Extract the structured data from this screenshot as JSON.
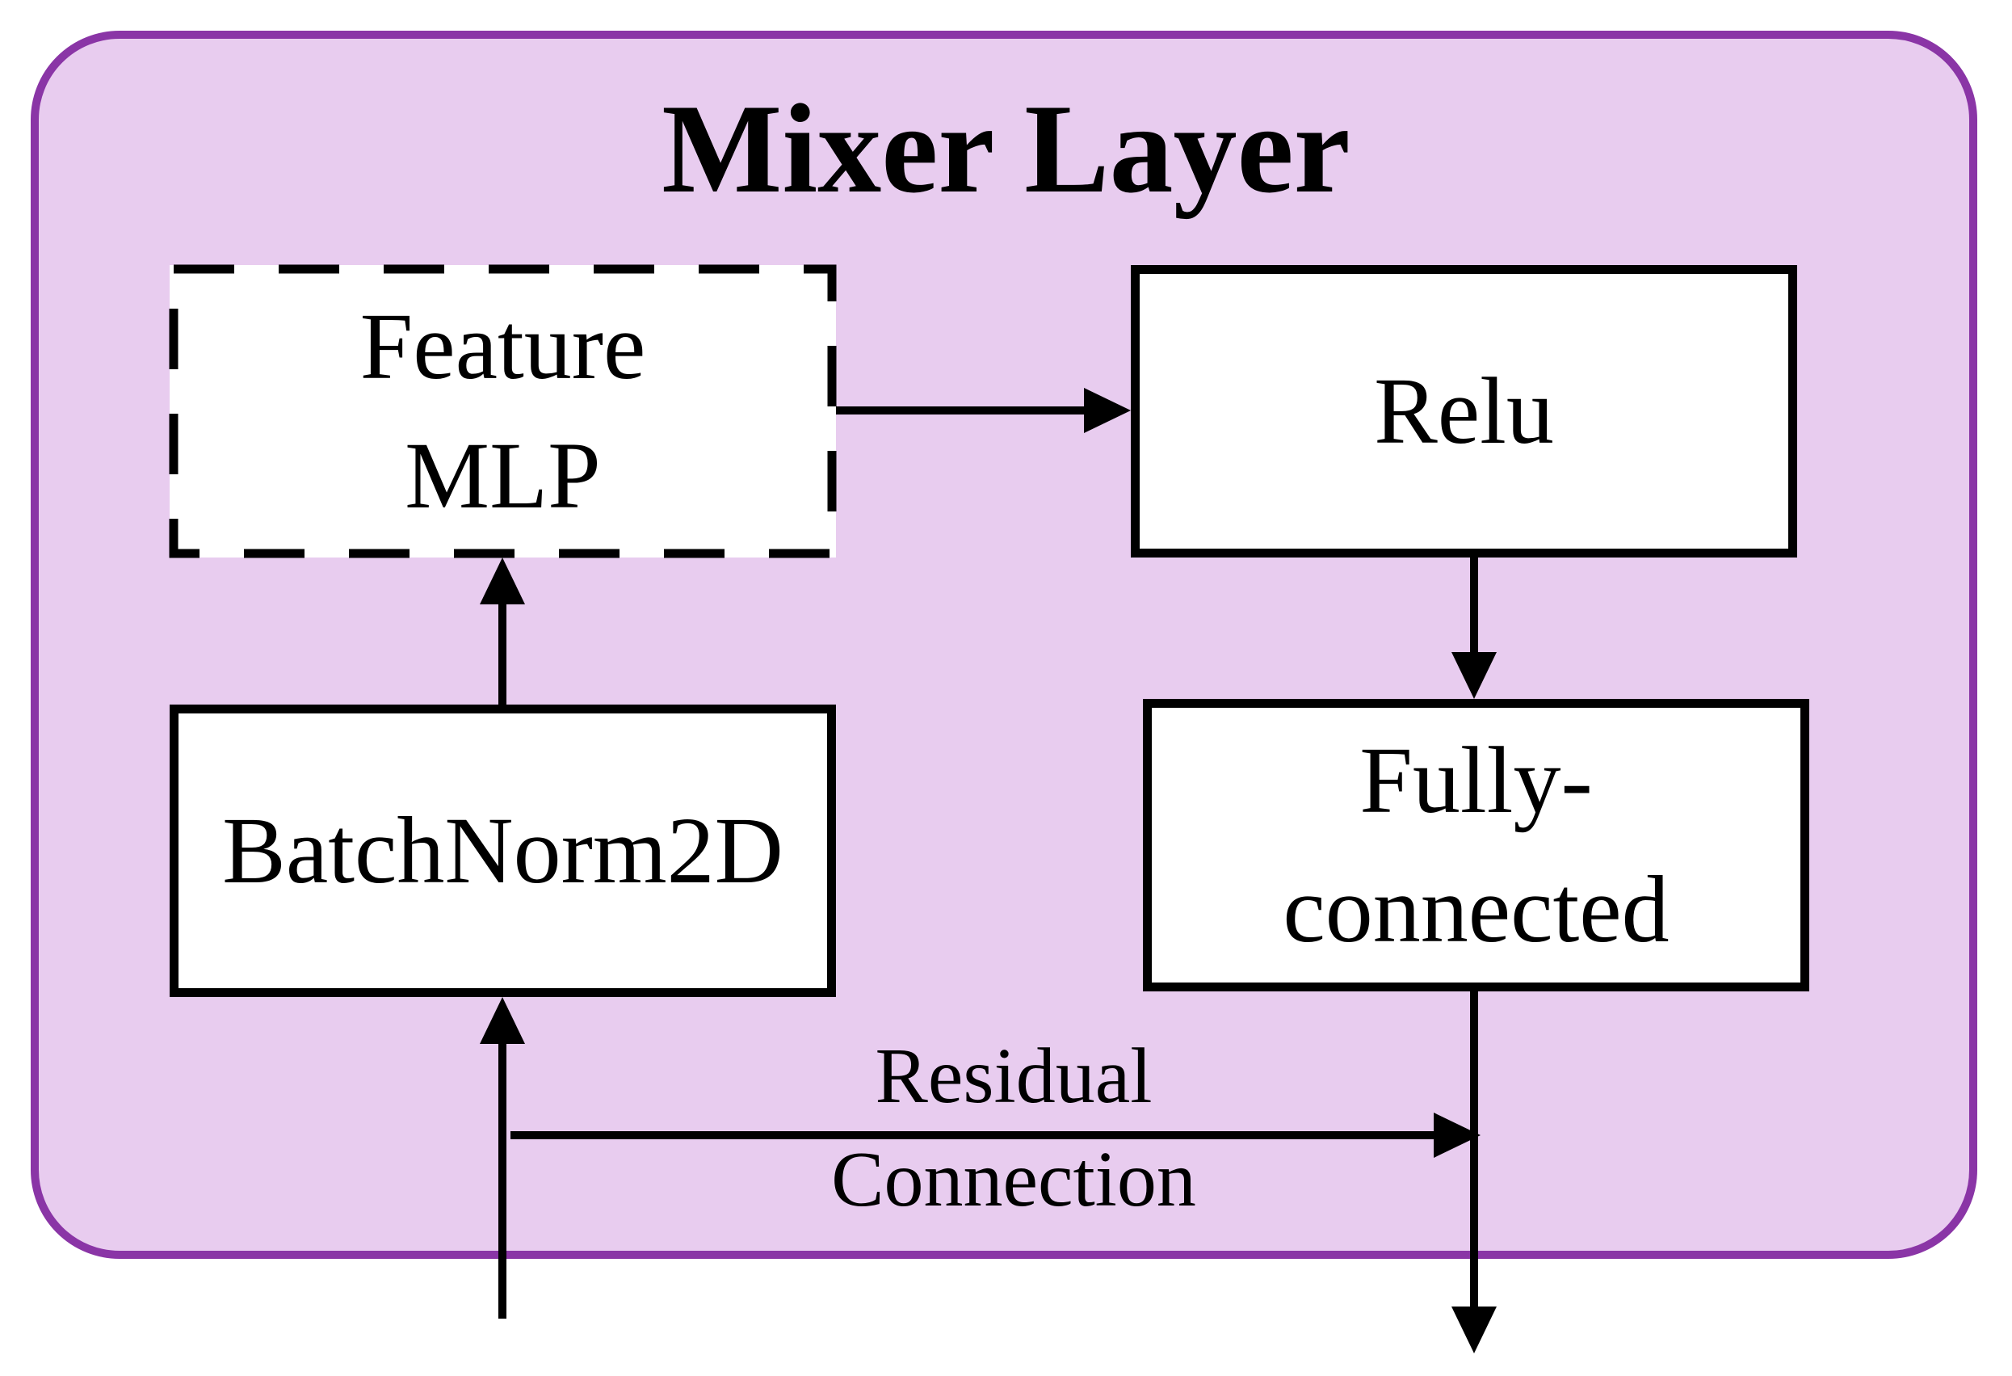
{
  "diagram": {
    "title": "Mixer Layer",
    "nodes": {
      "feature_mlp": {
        "line1": "Feature",
        "line2": "MLP"
      },
      "relu": {
        "label": "Relu"
      },
      "batchnorm": {
        "label": "BatchNorm2D"
      },
      "fully_connected": {
        "line1": "Fully-",
        "line2": "connected"
      }
    },
    "residual": {
      "line1": "Residual",
      "line2": "Connection"
    },
    "colors": {
      "frame_border": "#8a35a6",
      "frame_fill": "#e8ccef",
      "box_fill": "#ffffff",
      "stroke": "#000000"
    }
  }
}
